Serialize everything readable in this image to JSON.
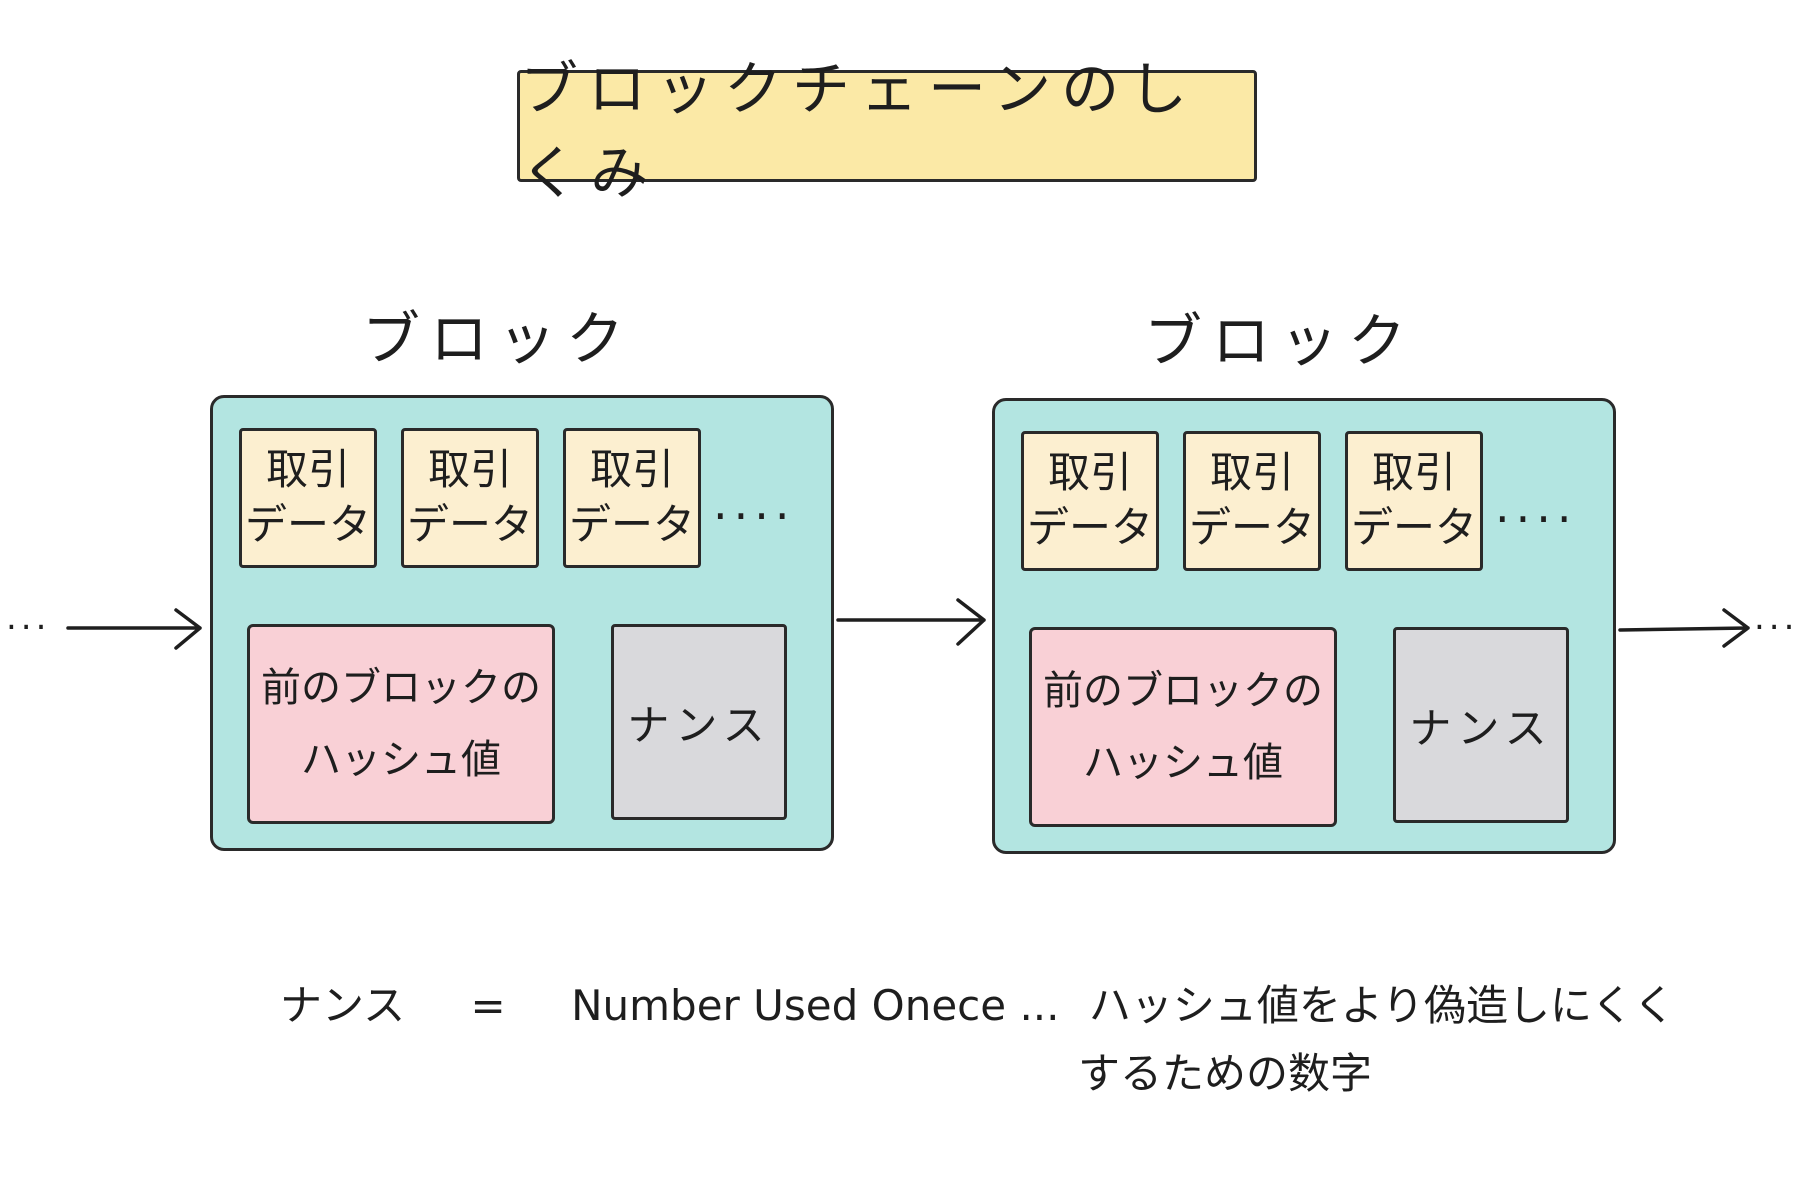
{
  "title": "ブロックチェーンのしくみ",
  "blocks": [
    {
      "label": "ブロック",
      "transactions": [
        {
          "line1": "取引",
          "line2": "データ"
        },
        {
          "line1": "取引",
          "line2": "データ"
        },
        {
          "line1": "取引",
          "line2": "データ"
        }
      ],
      "more": "....",
      "prev_hash": {
        "line1": "前のブロックの",
        "line2": "ハッシュ値"
      },
      "nonce": "ナンス"
    },
    {
      "label": "ブロック",
      "transactions": [
        {
          "line1": "取引",
          "line2": "データ"
        },
        {
          "line1": "取引",
          "line2": "データ"
        },
        {
          "line1": "取引",
          "line2": "データ"
        }
      ],
      "more": "....",
      "prev_hash": {
        "line1": "前のブロックの",
        "line2": "ハッシュ値"
      },
      "nonce": "ナンス"
    }
  ],
  "chain_ellipsis_left": "...",
  "chain_ellipsis_right": "...",
  "note": {
    "term": "ナンス",
    "equals": "=",
    "expansion": "Number Used Onece",
    "separator": "...",
    "desc_line1": "ハッシュ値をより偽造しにくく",
    "desc_line2": "するための数字"
  },
  "colors": {
    "title_bg": "#fbe9a6",
    "block_bg": "#b3e5e1",
    "transaction_bg": "#fcefd0",
    "hash_bg": "#f9d0d6",
    "nonce_bg": "#d9d9dc"
  }
}
